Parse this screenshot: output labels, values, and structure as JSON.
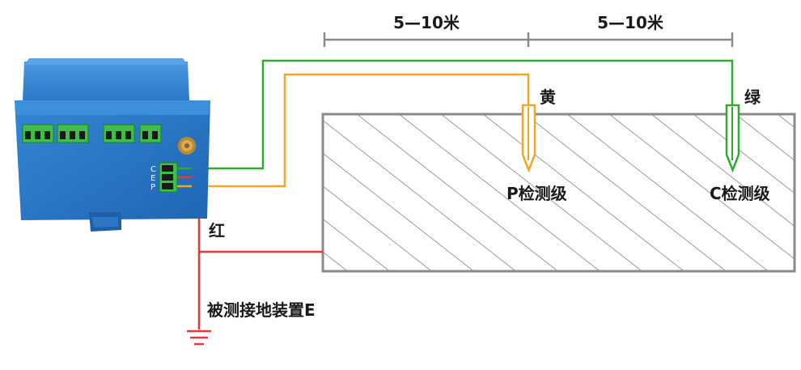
{
  "dimensions": {
    "left_span": "5—10米",
    "right_span": "5—10米"
  },
  "wires": {
    "yellow": {
      "label": "黄",
      "color": "#f2a623"
    },
    "green": {
      "label": "绿",
      "color": "#2faa2f"
    },
    "red": {
      "label": "红",
      "color": "#e8363a"
    }
  },
  "electrodes": {
    "p": {
      "label": "P检测级"
    },
    "c": {
      "label": "C检测级"
    }
  },
  "ground": {
    "label": "被测接地装置E"
  },
  "device": {
    "body_color": "#2d7fd1",
    "terminal_color": "#3fbf4a",
    "terminal_letters": [
      "C",
      "E",
      "P"
    ]
  },
  "colors": {
    "dimension_line": "#8a8a8a",
    "soil_outline": "#8a8a8a"
  }
}
